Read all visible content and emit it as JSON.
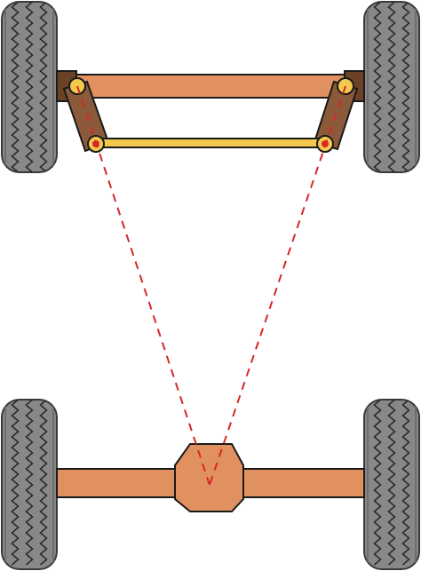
{
  "diagram": {
    "kind": "ackermann-steering-geometry",
    "colors": {
      "background": "#ffffff",
      "tire": "#888888",
      "tire_outline": "#3a3a3a",
      "tread": "#2b2b2b",
      "axle": "#e0915f",
      "outline": "#1a1a1a",
      "steering_arm": "#8a5a3a",
      "tie_rod": "#f2c94c",
      "tie_rod_dark": "#b8860b",
      "pivot": "#f2c94c",
      "construction_line": "#d62828",
      "pivot_dot": "#d62828"
    },
    "parts": [
      "front-left-wheel",
      "front-right-wheel",
      "rear-left-wheel",
      "rear-right-wheel",
      "front-axle-beam",
      "left-steering-arm",
      "right-steering-arm",
      "tie-rod",
      "rear-axle",
      "differential-housing",
      "ackermann-construction-lines"
    ]
  }
}
